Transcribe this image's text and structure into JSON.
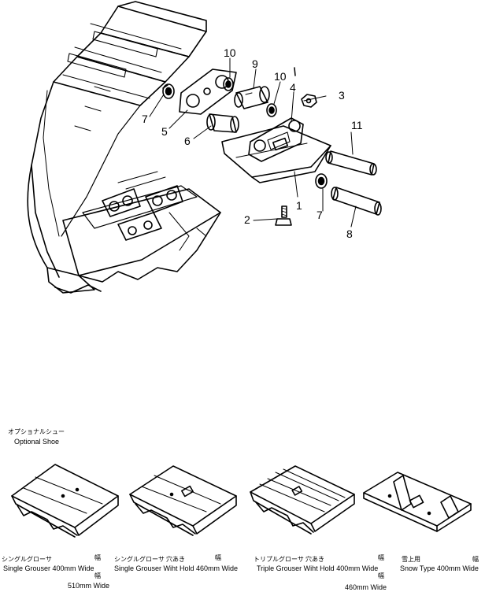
{
  "callouts": {
    "c1": "1",
    "c2": "2",
    "c3": "3",
    "c4": "4",
    "c5": "5",
    "c6": "6",
    "c7a": "7",
    "c7b": "7",
    "c8": "8",
    "c9": "9",
    "c10a": "10",
    "c10b": "10",
    "c11": "11"
  },
  "optional_shoe": {
    "heading_jp": "オプショナルシュー",
    "heading_en": "Optional  Shoe"
  },
  "shoes": [
    {
      "name_jp": "シングルグローサ",
      "width_jp": "幅",
      "name_en": "Single Grouser 400mm Wide",
      "extra_width_jp": "幅",
      "extra_en": "510mm Wide"
    },
    {
      "name_jp": "シングルグローサ 穴あき",
      "width_jp": "幅",
      "name_en": "Single Grouser Wiht Hold 460mm Wide"
    },
    {
      "name_jp": "トリプルグローサ 穴あき",
      "width_jp": "幅",
      "name_en": "Triple Grouser Wiht Hold 400mm Wide",
      "extra_width_jp": "幅",
      "extra_en": "460mm Wide"
    },
    {
      "name_jp": "雪上用",
      "width_jp": "幅",
      "name_en": "Snow Type 400mm Wide"
    }
  ]
}
